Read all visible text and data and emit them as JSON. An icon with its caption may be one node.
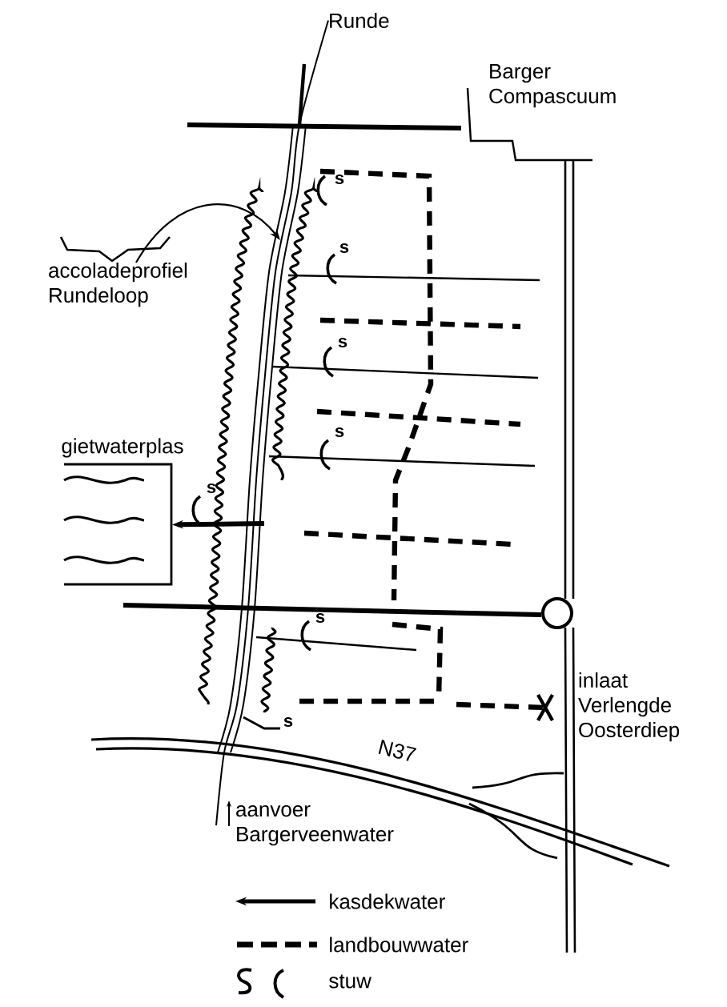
{
  "diagram": {
    "nodes": [
      {
        "text": [
          "Runde"
        ]
      },
      {
        "text": [
          "Barger Compascuum"
        ]
      },
      {
        "text": [
          "accoladeprofiel Rundeloop"
        ]
      },
      {
        "text": [
          "gietwaterplas"
        ]
      },
      {
        "text": [
          "inlaat Verlengde Oosterdiep"
        ]
      },
      {
        "text": [
          "aanvoer Bargerveenwater"
        ]
      }
    ],
    "edges": [
      {
        "from": 2,
        "to": null,
        "arrow": "to"
      },
      {
        "from": null,
        "to": 3,
        "arrow": "to",
        "style": "thick"
      },
      {
        "from": 5,
        "to": 0,
        "arrow": "none"
      }
    ],
    "labels": [
      "s",
      "s",
      "s",
      "s",
      "s",
      "s",
      "s",
      "N37"
    ],
    "legend": [
      {
        "text": "kasdekwater"
      },
      {
        "text": "landbouwwater"
      },
      {
        "text": "stuw"
      }
    ]
  }
}
